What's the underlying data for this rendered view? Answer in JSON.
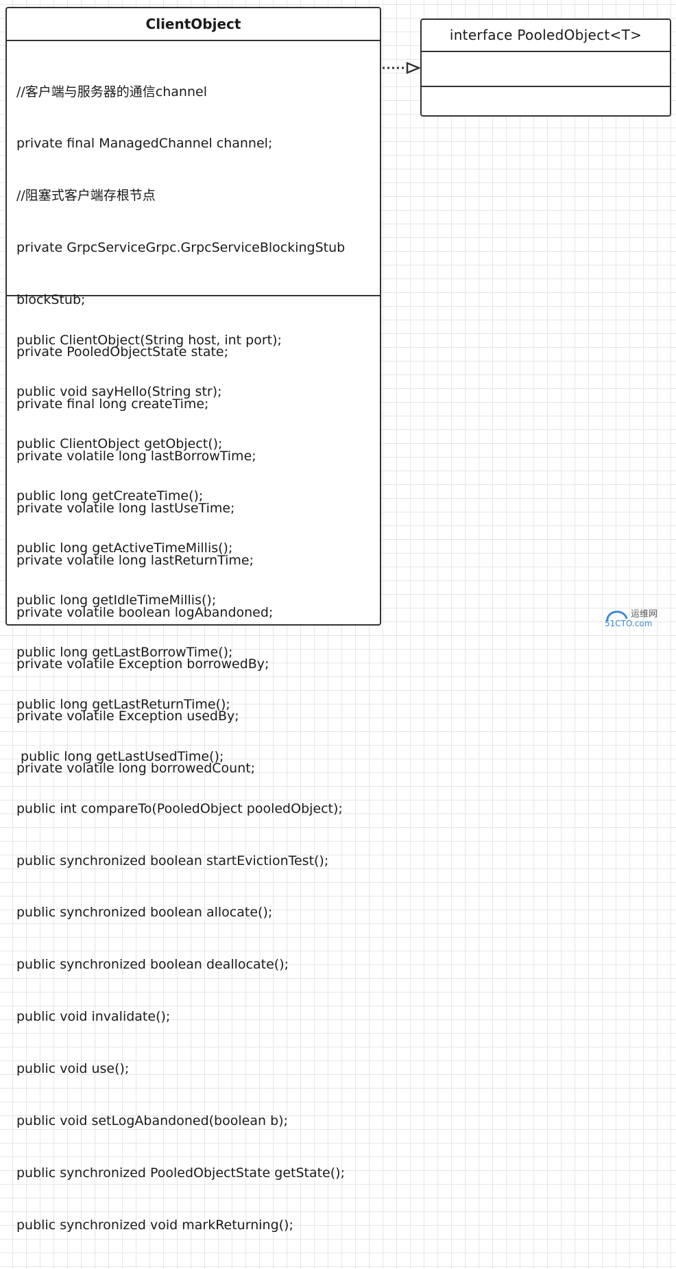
{
  "diagram": {
    "class_box": {
      "name": "ClientObject",
      "attributes": [
        "//客户端与服务器的通信channel",
        "private final ManagedChannel channel;",
        "//阻塞式客户端存根节点",
        "private GrpcServiceGrpc.GrpcServiceBlockingStub",
        "blockStub;",
        "private PooledObjectState state;",
        "private final long createTime;",
        "private volatile long lastBorrowTime;",
        "private volatile long lastUseTime;",
        "private volatile long lastReturnTime;",
        "private volatile boolean logAbandoned;",
        "private volatile Exception borrowedBy;",
        "private volatile Exception usedBy;",
        "private volatile long borrowedCount;"
      ],
      "methods": [
        "public ClientObject(String host, int port);",
        "public void sayHello(String str);",
        "public ClientObject getObject();",
        "public long getCreateTime();",
        "public long getActiveTimeMillis();",
        "public long getIdleTimeMillis();",
        "public long getLastBorrowTime();",
        "public long getLastReturnTime();",
        " public long getLastUsedTime();",
        "public int compareTo(PooledObject pooledObject);",
        "public synchronized boolean startEvictionTest();",
        "public synchronized boolean allocate();",
        "public synchronized boolean deallocate();",
        "public void invalidate();",
        "public void use();",
        "public void setLogAbandoned(boolean b);",
        "public synchronized PooledObjectState getState();",
        "public synchronized void markReturning();"
      ]
    },
    "interface_box": {
      "name": "interface PooledObject<T>"
    },
    "relation": {
      "type": "realization",
      "line_style": "dotted",
      "arrow_head": "hollow-triangle"
    },
    "colors": {
      "border": "#333333",
      "text": "#1a1a1a",
      "grid": "#e6e6e6",
      "background": "#ffffff"
    }
  },
  "watermark": {
    "cn": "运维网",
    "en": "51CTO.com"
  }
}
